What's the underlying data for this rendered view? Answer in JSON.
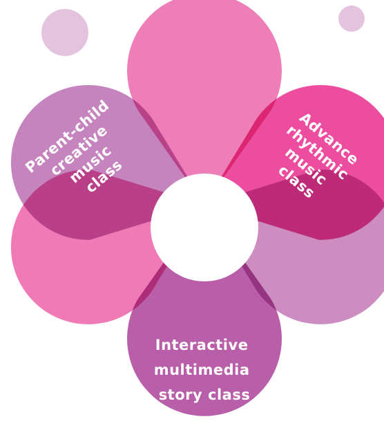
{
  "colors": {
    "top_petal": "#ee7eb7",
    "upper_left_petal": "#c584be",
    "upper_right_petal": "#ec4d9f",
    "lower_left_petal": "#f07ab6",
    "bottom_petal": "#b95ea9",
    "lower_right_petal": "#cd8dc1",
    "center": "#ffffff",
    "dot": "#e4c3df"
  },
  "petals": {
    "upper_left": {
      "lines": [
        "Parent-child",
        "creative",
        "music",
        "class"
      ]
    },
    "upper_right": {
      "lines": [
        "Advance",
        "rhythmic",
        "music",
        "class"
      ]
    },
    "bottom": {
      "lines": [
        "Interactive",
        "multimedia",
        "story class"
      ]
    }
  }
}
